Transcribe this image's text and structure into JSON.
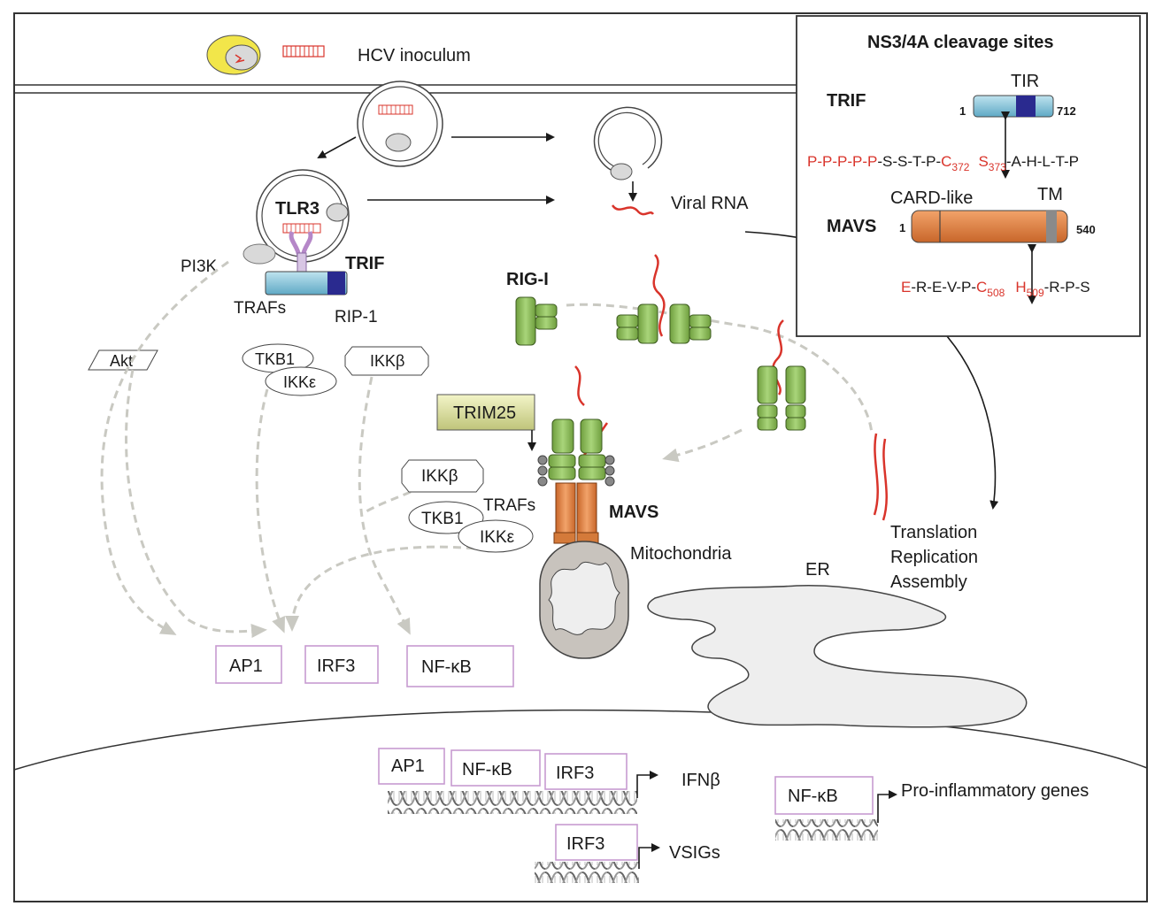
{
  "labels": {
    "hcv_inoculum": "HCV inoculum",
    "viral_rna": "Viral RNA",
    "tlr3": "TLR3",
    "trif": "TRIF",
    "pi3k": "PI3K",
    "trafs_top": "TRAFs",
    "rip1": "RIP-1",
    "rig_i": "RIG-I",
    "akt": "Akt",
    "tkb1_top": "TKB1",
    "ikke_top": "IKKε",
    "ikkb_top": "IKKβ",
    "trim25": "TRIM25",
    "ikkb_mid": "IKKβ",
    "tkb1_mid": "TKB1",
    "ikke_mid": "IKKε",
    "trafs_mid": "TRAFs",
    "mavs": "MAVS",
    "mitochondria": "Mitochondria",
    "er": "ER",
    "translation": "Translation",
    "replication": "Replication",
    "assembly": "Assembly",
    "ap1": "AP1",
    "irf3": "IRF3",
    "nfkb": "NF-κB",
    "dna_ap1": "AP1",
    "dna_nfkb": "NF-κB",
    "dna_irf3": "IRF3",
    "ifnb": "IFNβ",
    "dna_irf3_b": "IRF3",
    "vsigs": "VSIGs",
    "dna_nfkb_b": "NF-κB",
    "pro_inflammatory": "Pro-inflammatory genes"
  },
  "inset": {
    "title": "NS3/4A  cleavage sites",
    "trif_label": "TRIF",
    "tir": "TIR",
    "trif_start": "1",
    "trif_end": "712",
    "trif_seq_red": "P-P-P-P-P",
    "trif_seq_mid": "-S-S-T-P-",
    "trif_c": "C",
    "trif_c_sub": "372",
    "trif_s": "S",
    "trif_s_sub": "373",
    "trif_seq_end": "-A-H-L-T-P",
    "card_like": "CARD-like",
    "tm": "TM",
    "mavs_label": "MAVS",
    "mavs_start": "1",
    "mavs_end": "540",
    "mavs_e": "E",
    "mavs_seq_mid": "-R-E-V-P-",
    "mavs_c": "C",
    "mavs_c_sub": "508",
    "mavs_h": "H",
    "mavs_h_sub": "509",
    "mavs_seq_end": "-R-P-S"
  },
  "colors": {
    "rna": "#d9342b",
    "rig_i": "#8fbf5a",
    "mavs": "#e0864a",
    "trif": "#8ec8dc",
    "tir_domain": "#2a2a8f",
    "trim25": "#e5e8a6",
    "er": "#eeeeee",
    "mitochondria": "#c8c3bd",
    "pathway_arrow": "#c9c9c2",
    "tf_box_border": "#c79bd0"
  }
}
